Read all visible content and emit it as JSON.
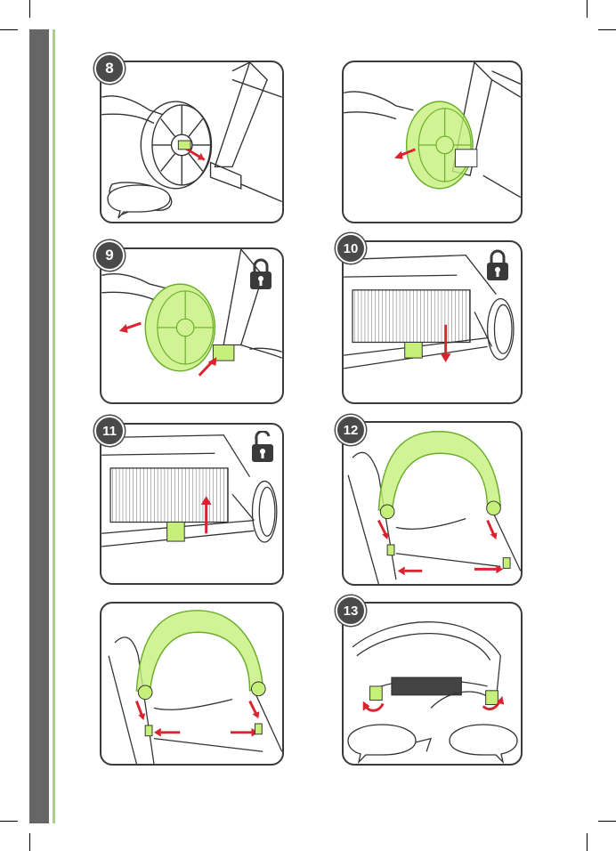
{
  "steps": {
    "s8": "8",
    "s9": "9",
    "s10": "10",
    "s11": "11",
    "s12": "12",
    "s13": "13"
  },
  "colors": {
    "sidebar": "#666666",
    "accent_green": "#a8d08d",
    "highlight_green": "#c6f07a",
    "arrow_red": "#d9232e",
    "outline": "#3a3a3a"
  },
  "icons": [
    "lock-closed-icon",
    "lock-open-icon",
    "speech-bubble-icon",
    "arrow-icon"
  ]
}
